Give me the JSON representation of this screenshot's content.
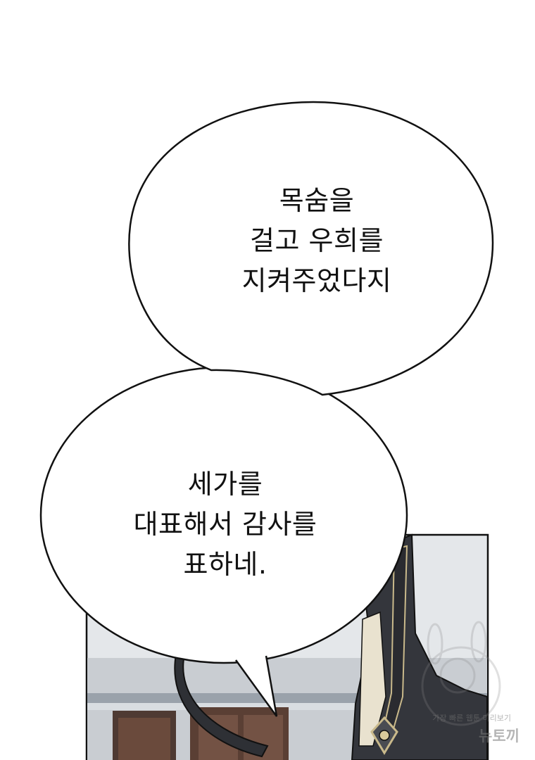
{
  "bubbles": {
    "top": {
      "lines": [
        "목숨을",
        "걸고 우희를",
        "지켜주었다지"
      ]
    },
    "bottom": {
      "lines": [
        "세가를",
        "대표해서 감사를",
        "표하네."
      ]
    }
  },
  "watermark": {
    "line1": "가장 빠른 웹툰 미리보기",
    "line2": "뉴토끼"
  },
  "colors": {
    "outline": "#111111",
    "bubble_fill": "#ffffff",
    "panel_bg": "#e4e7ea",
    "wall": "#b7bcc2",
    "dark_figure": "#2e3035",
    "wood": "#5a3f34",
    "gold_trim": "#c9b98b"
  }
}
